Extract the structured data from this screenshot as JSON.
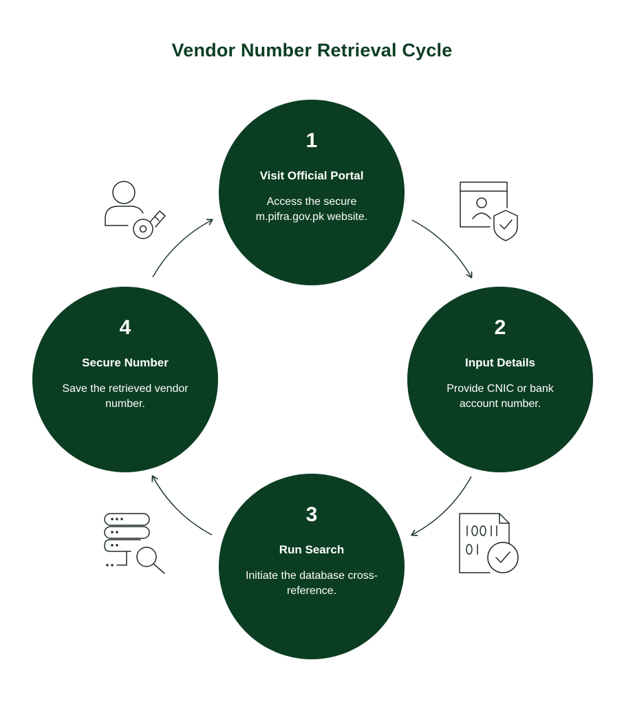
{
  "title": "Vendor Number Retrieval Cycle",
  "colors": {
    "circle_fill": "#0b3d22",
    "title_text": "#0b3d22",
    "circle_text": "#ffffff",
    "icon_stroke": "#1e2a24",
    "arrow_stroke": "#1e3a2a"
  },
  "steps": [
    {
      "number": "1",
      "heading": "Visit Official Portal",
      "description": "Access the secure m.pifra.gov.pk website.",
      "icon": "profile-window-shield-icon"
    },
    {
      "number": "2",
      "heading": "Input Details",
      "description": "Provide CNIC or bank account number.",
      "icon": "binary-document-check-icon"
    },
    {
      "number": "3",
      "heading": "Run Search",
      "description": "Initiate the database cross-reference.",
      "icon": "database-search-icon"
    },
    {
      "number": "4",
      "heading": "Secure Number",
      "description": "Save the retrieved vendor number.",
      "icon": "user-key-icon"
    }
  ]
}
